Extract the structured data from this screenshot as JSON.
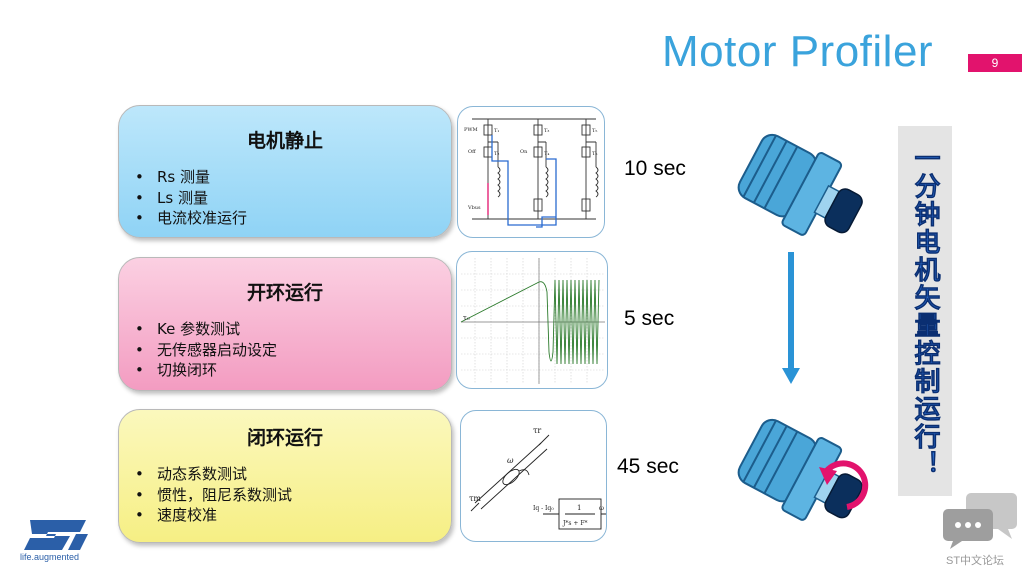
{
  "slide": {
    "title": "Motor Profiler",
    "page_number": "9"
  },
  "steps": [
    {
      "heading": "电机静止",
      "bullets": [
        "Rs 测量",
        "Ls 测量",
        "电流校准运行"
      ],
      "duration": "10 sec"
    },
    {
      "heading": "开环运行",
      "bullets": [
        "Ke 参数测试",
        "无传感器启动设定",
        "切换闭环"
      ],
      "duration": "5 sec"
    },
    {
      "heading": "闭环运行",
      "bullets": [
        "动态系数测试",
        "惯性，阻尼系数测试",
        "速度校准"
      ],
      "duration": "45 sec"
    }
  ],
  "diagrams": {
    "inverter": {
      "labels": [
        "PWM",
        "T₁",
        "T₃",
        "T₅",
        "Off",
        "On",
        "T₂",
        "T₄",
        "T₆",
        "Vbus"
      ]
    },
    "openloop": {
      "labels": [
        "τ₀"
      ]
    },
    "mechanical": {
      "labels": [
        "τr",
        "ω",
        "τm",
        "Iq - Iq₀",
        "1",
        "J*s + F*",
        "ω"
      ]
    }
  },
  "sidebar": {
    "vertical_text": "一分钟电机矢量控制运行！"
  },
  "brand": {
    "logo_tagline": "life.augmented",
    "forum_label": "ST中文论坛"
  },
  "colors": {
    "title": "#3aa3dc",
    "page_badge": "#e2136d",
    "card1": "#a6dcf7",
    "card2": "#f6b3d0",
    "card3": "#f8f3a0",
    "motor": "#4aa6d8",
    "arrow": "#2a93d6"
  }
}
